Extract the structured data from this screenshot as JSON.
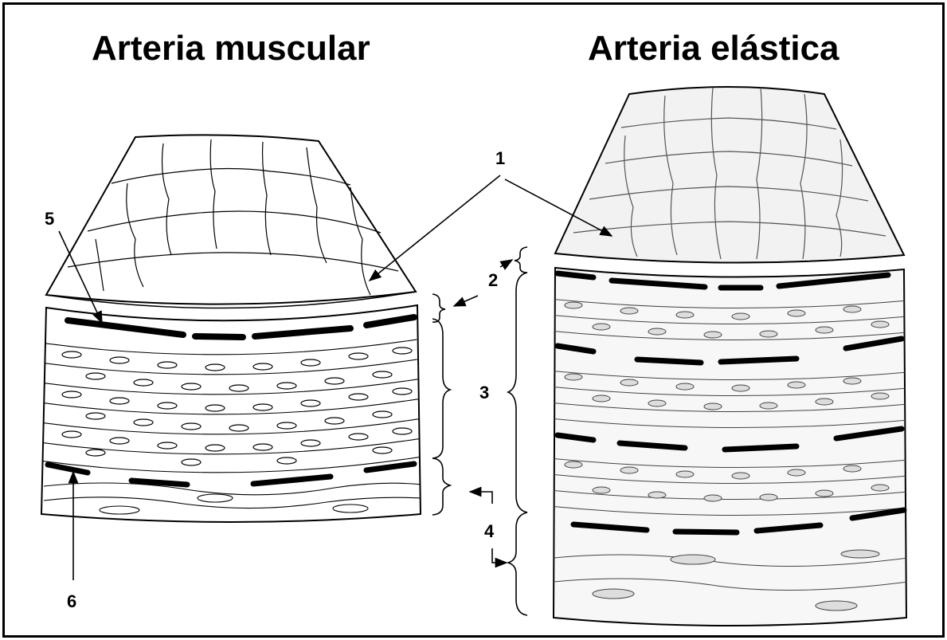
{
  "titles": {
    "left": "Arteria muscular",
    "right": "Arteria elástica"
  },
  "labels": {
    "l1": "1",
    "l2": "2",
    "l3": "3",
    "l4": "4",
    "l5": "5",
    "l6": "6"
  },
  "colors": {
    "line": "#000000",
    "background": "#ffffff",
    "elastic_tint": "#e6e6e6"
  }
}
